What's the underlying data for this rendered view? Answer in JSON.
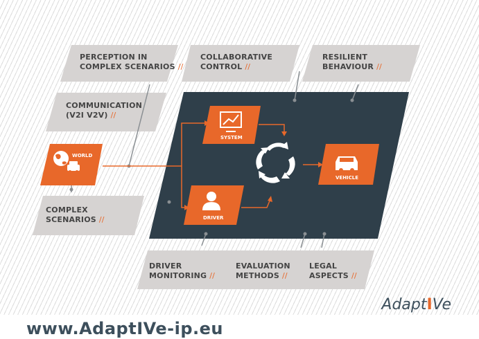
{
  "boxes": {
    "perception": {
      "line1": "PERCEPTION IN",
      "line2": "COMPLEX SCENARIOS",
      "slash": "//"
    },
    "collaborative": {
      "line1": "COLLABORATIVE",
      "line2": "CONTROL",
      "slash": "//"
    },
    "resilient": {
      "line1": "RESILIENT",
      "line2": "BEHAVIOUR",
      "slash": "//"
    },
    "communication": {
      "line1": "COMMUNICATION",
      "line2": "(V2I V2V)",
      "slash": "//"
    },
    "complex": {
      "line1": "COMPLEX",
      "line2": "SCENARIOS",
      "slash": "//"
    },
    "driver_monitoring": {
      "line1": "DRIVER",
      "line2": "MONITORING",
      "slash": "//"
    },
    "evaluation": {
      "line1": "EVALUATION",
      "line2": "METHODS",
      "slash": "//"
    },
    "legal": {
      "line1": "LEGAL",
      "line2": "ASPECTS",
      "slash": "//"
    }
  },
  "nodes": {
    "world": "WORLD",
    "system": "SYSTEM",
    "driver": "DRIVER",
    "vehicle": "VEHICLE"
  },
  "logo": {
    "part1": "Adapt",
    "part2": "Ve",
    "sep": "I"
  },
  "url": "www.AdaptIVe-ip.eu",
  "colors": {
    "accent": "#e8682a",
    "panel": "#2f3f4a",
    "box": "#d6d3d2",
    "text": "#444444"
  }
}
